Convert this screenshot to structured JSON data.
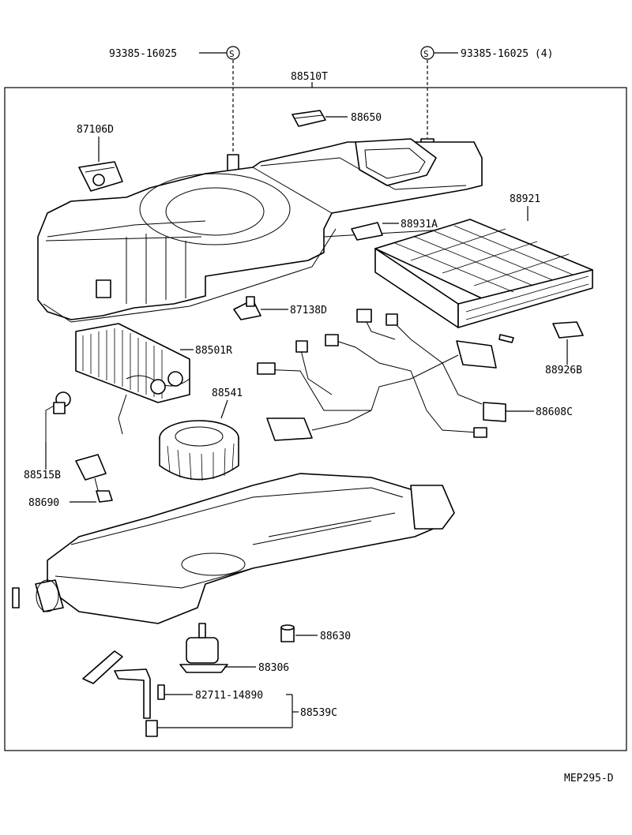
{
  "frame_label": "88510T",
  "footer_code": "MEP295-D",
  "screw_symbol": "S",
  "labels": {
    "screw_left": "93385-16025",
    "screw_right": "93385-16025 (4)",
    "p87106d": "87106D",
    "p88650": "88650",
    "p88921": "88921",
    "p88931a": "88931A",
    "p87138d": "87138D",
    "p88501r": "88501R",
    "p88541": "88541",
    "p88926b": "88926B",
    "p88608c": "88608C",
    "p88515b": "88515B",
    "p88690": "88690",
    "p88630": "88630",
    "p88306": "88306",
    "p82711": "82711-14890",
    "p88539c": "88539C"
  }
}
